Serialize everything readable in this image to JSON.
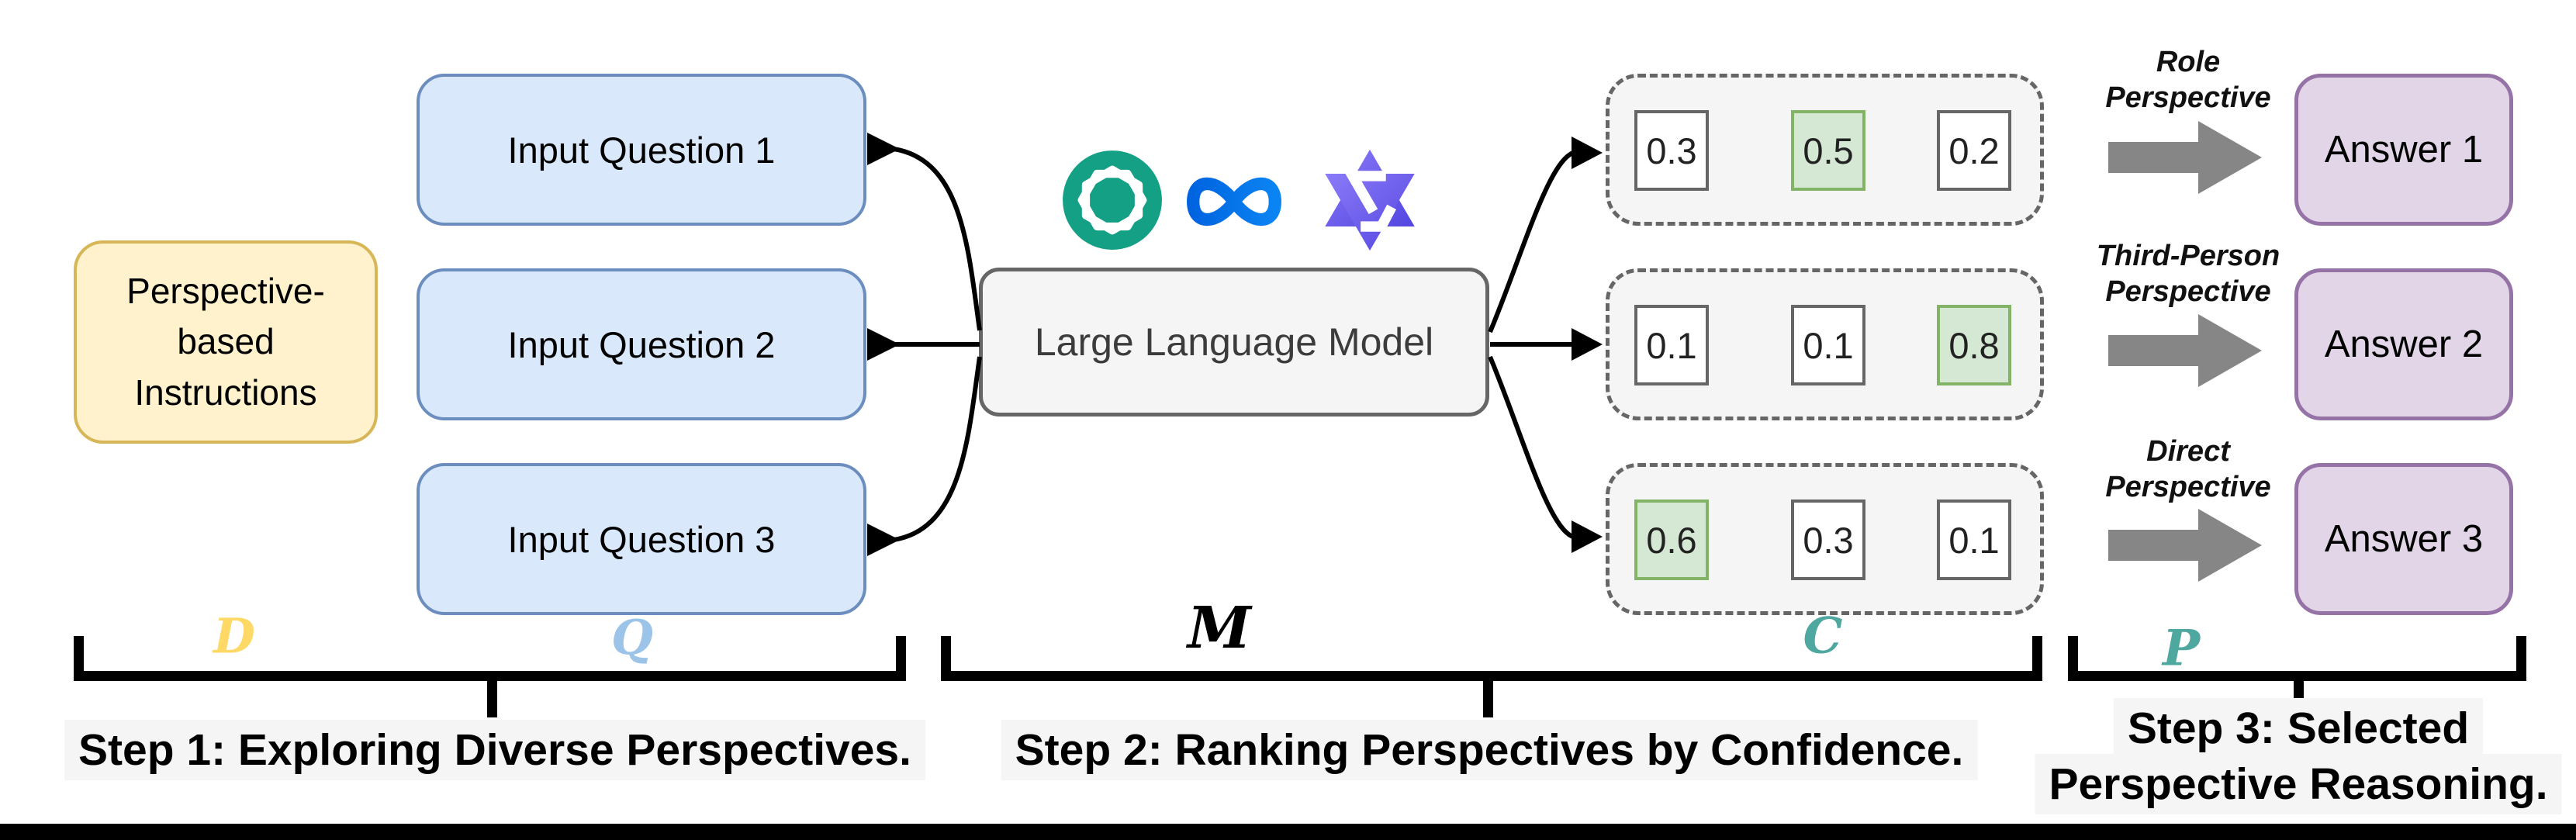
{
  "step1": {
    "instructions_lines": [
      "Perspective-",
      "based",
      "Instructions"
    ],
    "questions": [
      "Input Question 1",
      "Input Question 2",
      "Input Question 3"
    ],
    "symbol_d": "D",
    "symbol_q": "Q",
    "caption": "Step 1: Exploring Diverse Perspectives."
  },
  "step2": {
    "llm_label": "Large Language Model",
    "logo_icons": [
      "openai-logo",
      "meta-logo",
      "qwen-logo"
    ],
    "confidence_rows": [
      {
        "values": [
          "0.3",
          "0.5",
          "0.2"
        ],
        "selected_index": 1
      },
      {
        "values": [
          "0.1",
          "0.1",
          "0.8"
        ],
        "selected_index": 2
      },
      {
        "values": [
          "0.6",
          "0.3",
          "0.1"
        ],
        "selected_index": 0
      }
    ],
    "symbol_m": "M",
    "symbol_c": "C",
    "caption": "Step 2: Ranking Perspectives by Confidence."
  },
  "step3": {
    "perspective_labels": [
      {
        "line1": "Role",
        "line2": "Perspective"
      },
      {
        "line1": "Third-Person",
        "line2": "Perspective"
      },
      {
        "line1": "Direct",
        "line2": "Perspective"
      }
    ],
    "answers": [
      "Answer 1",
      "Answer 2",
      "Answer 3"
    ],
    "symbol_p": "P",
    "caption_lines": [
      "Step 3: Selected",
      "Perspective Reasoning."
    ]
  },
  "colors": {
    "instructions_fill": "#FFF2CC",
    "instructions_border": "#D6B656",
    "question_fill": "#DAE8FC",
    "question_border": "#6C8EBF",
    "llm_fill": "#F5F5F5",
    "llm_border": "#666666",
    "group_fill": "#F5F5F5",
    "group_border": "#666666",
    "score_fill": "#FFFFFF",
    "score_border": "#666666",
    "score_selected_fill": "#D5E8D4",
    "score_selected_border": "#82B366",
    "answer_fill": "#E1D5E7",
    "answer_border": "#9673A6",
    "block_arrow_gray": "#868686",
    "symbol_d_color": "#FFD966",
    "symbol_q_color": "#9CC3E8",
    "symbol_m_color": "#000000",
    "symbol_c_color": "#4FA89F",
    "symbol_p_color": "#4FA89F",
    "openai_teal": "#14A085",
    "meta_blue": "#0064E0",
    "qwen_purple": "#5346E0"
  }
}
